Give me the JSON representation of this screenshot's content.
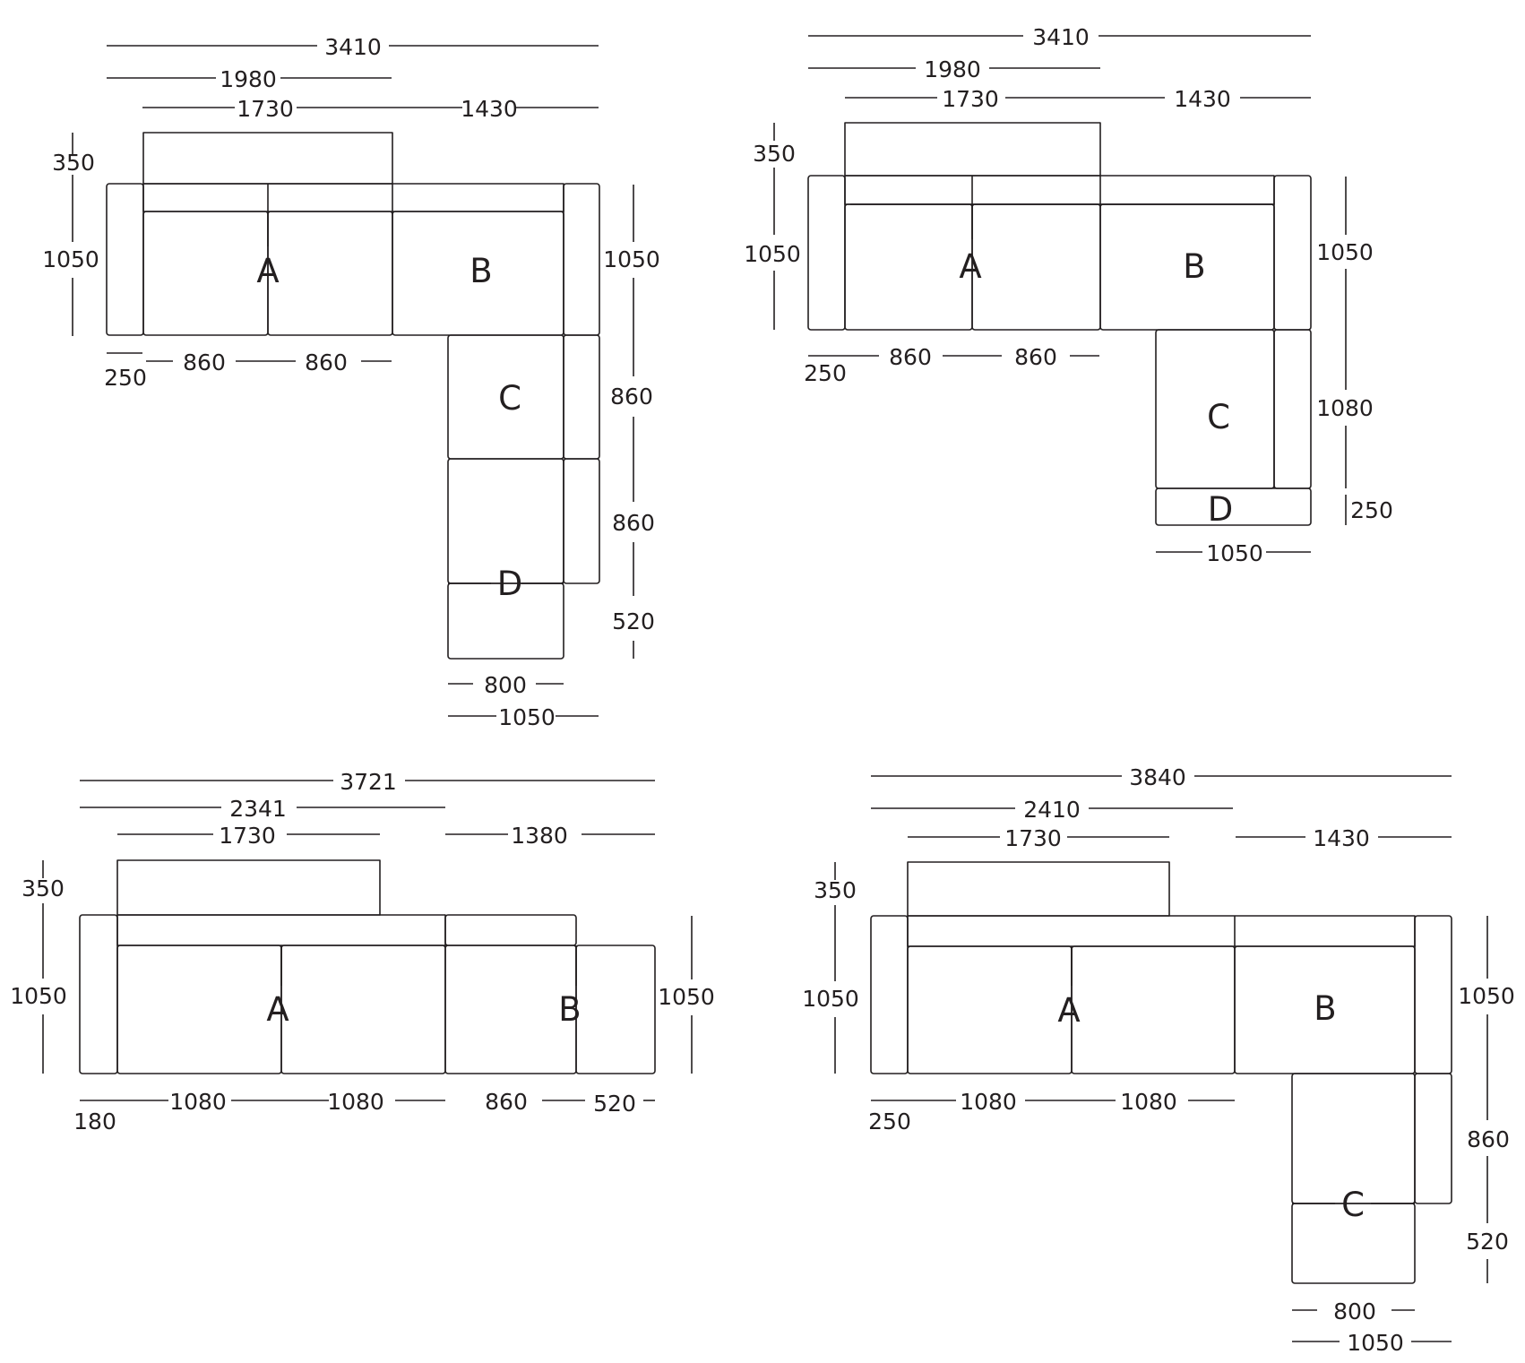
{
  "diagrams": [
    {
      "id": "top-left",
      "dimensions": {
        "total_width": "3410",
        "width_1980": "1980",
        "width_1730": "1730",
        "width_1430": "1430",
        "back_depth": "350",
        "left_depth": "1050",
        "right_depth": "1050",
        "arm_width": "250",
        "seat_a1": "860",
        "seat_a2": "860",
        "chaise_seat_1": "860",
        "chaise_seat_2": "860",
        "footrest": "520",
        "seat_width": "800",
        "module_width": "1050"
      },
      "labels": {
        "a": "A",
        "b": "B",
        "c": "C",
        "d": "D"
      }
    },
    {
      "id": "top-right",
      "dimensions": {
        "total_width": "3410",
        "width_1980": "1980",
        "width_1730": "1730",
        "width_1430": "1430",
        "back_depth": "350",
        "left_depth": "1050",
        "right_depth": "1050",
        "arm_width": "250",
        "seat_a1": "860",
        "seat_a2": "860",
        "chaise_length": "1080",
        "end_depth": "250",
        "module_width": "1050"
      },
      "labels": {
        "a": "A",
        "b": "B",
        "c": "C",
        "d": "D"
      }
    },
    {
      "id": "bottom-left",
      "dimensions": {
        "total_width": "3721",
        "width_2341": "2341",
        "width_1730": "1730",
        "width_1380": "1380",
        "back_depth": "350",
        "left_depth": "1050",
        "right_depth": "1050",
        "arm_width": "180",
        "seat_a1": "1080",
        "seat_a2": "1080",
        "seat_b": "860",
        "footrest": "520"
      },
      "labels": {
        "a": "A",
        "b": "B"
      }
    },
    {
      "id": "bottom-right",
      "dimensions": {
        "total_width": "3840",
        "width_2410": "2410",
        "width_1730": "1730",
        "width_1430": "1430",
        "back_depth": "350",
        "left_depth": "1050",
        "right_depth": "1050",
        "arm_width": "250",
        "seat_a1": "1080",
        "seat_a2": "1080",
        "chaise_seat": "860",
        "footrest": "520",
        "seat_width": "800",
        "module_width": "1050"
      },
      "labels": {
        "a": "A",
        "b": "B",
        "c": "C"
      }
    }
  ]
}
